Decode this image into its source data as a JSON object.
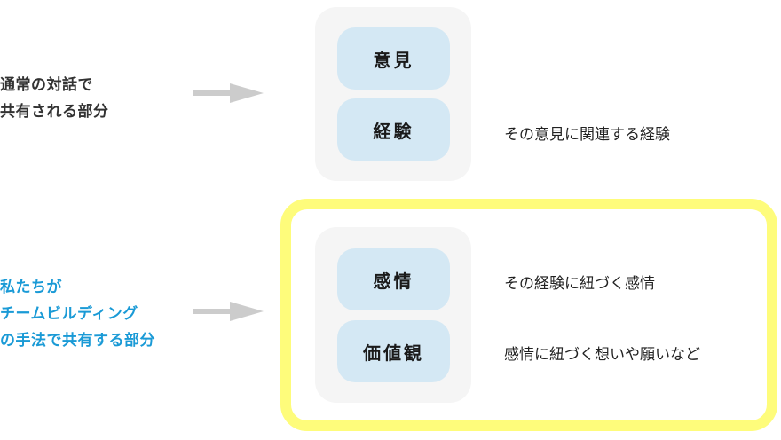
{
  "left_labels": {
    "top": {
      "lines": [
        "通常の対話で",
        "共有される部分"
      ],
      "color": "#333333"
    },
    "bottom": {
      "lines": [
        "私たちが",
        "チームビルディング",
        "の手法で共有する部分"
      ],
      "color": "#1a9ad6"
    }
  },
  "arrows": [
    {
      "icon": "arrow-right-icon",
      "color": "#cccccc"
    },
    {
      "icon": "arrow-right-icon",
      "color": "#cccccc"
    }
  ],
  "shared_group": {
    "items": [
      {
        "label": "意見",
        "description": ""
      },
      {
        "label": "経験",
        "description": "その意見に関連する経験"
      }
    ]
  },
  "teambuilding_group": {
    "highlight_color": "#fefc7b",
    "items": [
      {
        "label": "感情",
        "description": "その経験に紐づく感情"
      },
      {
        "label": "価値観",
        "description": "感情に紐づく想いや願いなど"
      }
    ]
  },
  "colors": {
    "group_bg": "#f5f5f5",
    "tag_bg": "#d4e8f4",
    "arrow": "#cccccc"
  }
}
